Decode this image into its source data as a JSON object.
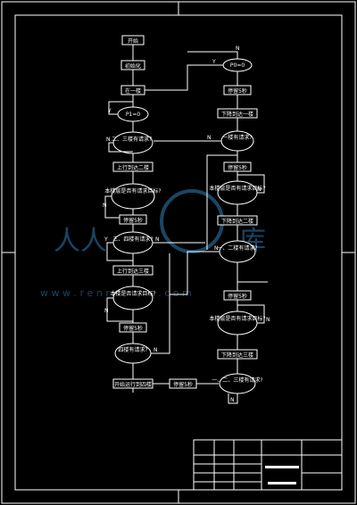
{
  "watermark": {
    "big_left": "人人",
    "big_right": "库",
    "url": "w w w . r e n r e n d o c . c o m"
  },
  "nodes": {
    "start": "开始",
    "init": "初始化",
    "floor_one": "在一楼",
    "p1_eq_0": "P1=0",
    "q_floor23_req": "二、三楼有请求？",
    "up_to_two": "上行到达二楼",
    "q_this_floor_req": "本楼层是否有请求目标?",
    "stop_two": "停留5秒",
    "q_three_req": "三、四楼有请求?",
    "up_to_three": "上行到达三楼",
    "q_this_floor_req2": "本楼是否请求目标?",
    "stop_three": "停留5秒",
    "q_four_req": "四楼有请求?",
    "open_fourth": "开始运行到四楼",
    "stop_four": "停留5秒",
    "q_floor12_req": "一、二、三楼有请求?",
    "down_to_three": "下降到达三楼",
    "q_this_floor_req3": "本楼层是否有请求目标?",
    "stop_down3": "停留5秒",
    "q_floor12b_req": "一、二楼有请求?",
    "down_to_two": "下降到达二楼",
    "q_this_floor_req4": "本楼层是否有请求目标?",
    "stop_down2": "停留5秒",
    "q_floor1_req": "一楼有请求?",
    "down_to_one": "下降到达一楼",
    "stop_one": "停留5秒",
    "p0_eq_0": "P0=0"
  },
  "labels": {
    "yes": "Y",
    "no": "N"
  },
  "title_block": {
    "visible": true
  },
  "colors": {
    "background": "#000000",
    "line": "#ffffff",
    "watermark": "#2f7fb6"
  }
}
